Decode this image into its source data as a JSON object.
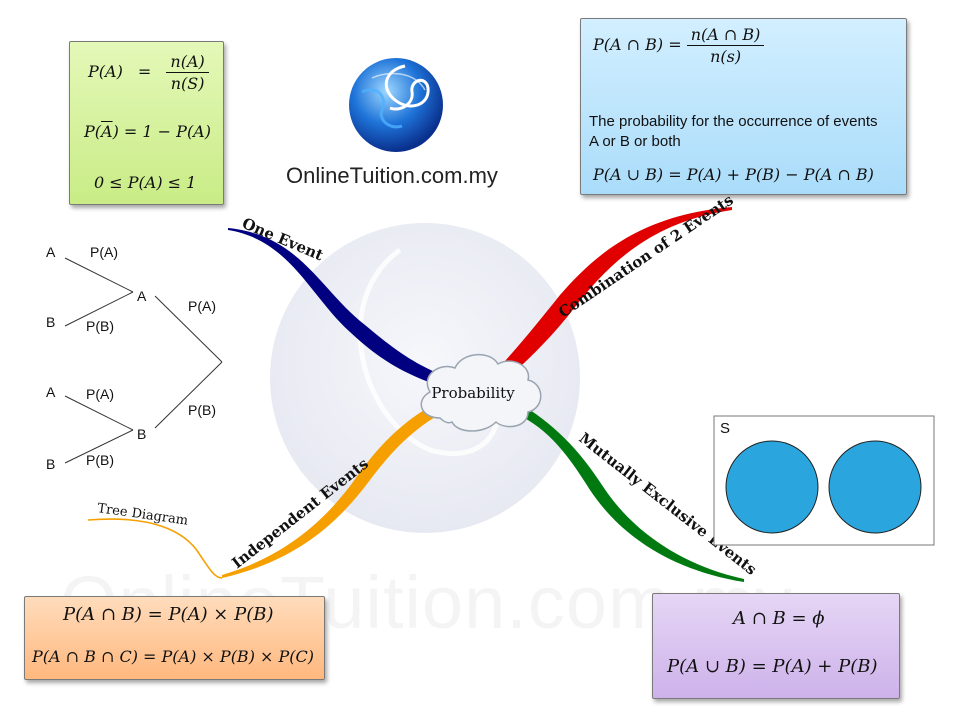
{
  "brand": {
    "name": "OnlineTuition.com.my",
    "watermark": "OnlineTuition.com.my"
  },
  "center": {
    "label": "Probability"
  },
  "branches": {
    "one_event": "One Event",
    "combination": "Combination of 2 Events",
    "independent": "Independent Events",
    "mutually_exclusive": "Mutually Exclusive Events",
    "tree_diagram": "Tree Diagram"
  },
  "colors": {
    "one_event": "#000080",
    "combination": "#e00000",
    "independent": "#f5a000",
    "mutually_exclusive": "#007a10",
    "green_box": "#d4f29a",
    "blue_box": "#bfe6ff",
    "orange_box": "#ffc99a",
    "purple_box": "#d9c4ee",
    "venn_circle": "#2aa5dd"
  },
  "formulas": {
    "basic": {
      "lhs": "P(A)",
      "eq": "=",
      "num": "n(A)",
      "den": "n(S)",
      "comp_lhs_pre": "P(",
      "comp_lhs_bar": "A",
      "comp_lhs_post": ")",
      "comp_rhs": "= 1 − P(A)",
      "range": "0 ≤ P(A) ≤ 1"
    },
    "combination": {
      "inter_lhs": "P(A ∩ B) =",
      "inter_num": "n(A ∩ B)",
      "inter_den": "n(s)",
      "text": "The probability for the occurrence of events A or B or both",
      "union": "P(A ∪ B) =  P(A) + P(B) − P(A  ∩  B)"
    },
    "independent": {
      "two": "P(A ∩ B) = P(A) × P(B)",
      "three": "P(A ∩ B ∩ C) = P(A) × P(B) × P(C)"
    },
    "mutually_exclusive": {
      "empty": "A ∩ B = ϕ",
      "union": "P(A ∪ B) =  P(A) + P(B)"
    }
  },
  "tree": {
    "labels": [
      {
        "key": "a1",
        "text": "A"
      },
      {
        "key": "pa1",
        "text": "P(A)"
      },
      {
        "key": "b1",
        "text": "B"
      },
      {
        "key": "pb1",
        "text": "P(B)"
      },
      {
        "key": "anode",
        "text": "A"
      },
      {
        "key": "pa_main",
        "text": "P(A)"
      },
      {
        "key": "pb_main",
        "text": "P(B)"
      },
      {
        "key": "a2",
        "text": "A"
      },
      {
        "key": "pa2",
        "text": "P(A)"
      },
      {
        "key": "bnode",
        "text": "B"
      },
      {
        "key": "b2",
        "text": "B"
      },
      {
        "key": "pb2",
        "text": "P(B)"
      }
    ]
  },
  "venn": {
    "label": "S"
  }
}
